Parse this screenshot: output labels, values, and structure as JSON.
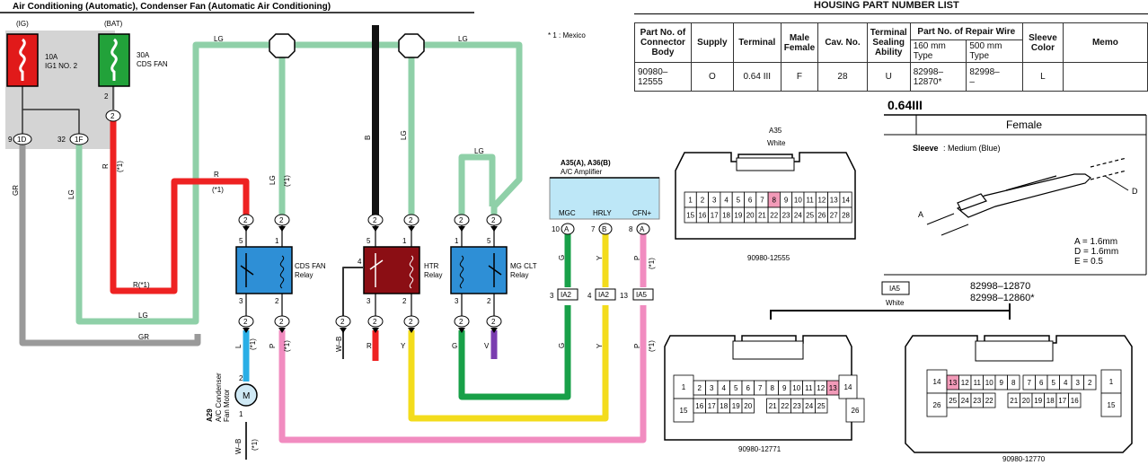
{
  "diagram": {
    "title": "Air Conditioning (Automatic), Condenser Fan (Automatic Air Conditioning)",
    "note": "* 1 : Mexico",
    "fuses": [
      {
        "supply": "(IG)",
        "rating": "10A",
        "name": "IG1 NO. 2"
      },
      {
        "supply": "(BAT)",
        "rating": "30A",
        "name": "CDS FAN"
      }
    ],
    "connectors": {
      "c1d_num": "9",
      "c1d": "1D",
      "c1f_num": "32",
      "c1f": "1F"
    },
    "wire_labels": {
      "lg": "LG",
      "gr": "GR",
      "r": "R",
      "r_star": "R(*1)",
      "star": "(*1)",
      "b": "B",
      "y": "Y",
      "g": "G",
      "v": "V",
      "l": "L",
      "p": "P",
      "w_b": "W–B"
    },
    "relays": [
      {
        "name": "CDS FAN",
        "sub": "Relay",
        "pins": [
          "5",
          "1",
          "3",
          "2"
        ]
      },
      {
        "name": "HTR",
        "sub": "Relay",
        "pins": [
          "1",
          "5",
          "4",
          "3",
          "2"
        ]
      },
      {
        "name": "MG CLT",
        "sub": "Relay",
        "pins": [
          "1",
          "5",
          "3",
          "2"
        ]
      }
    ],
    "junction_pin": "2",
    "amplifier": {
      "id": "A35(A), A36(B)",
      "name": "A/C Amplifier",
      "terminals": [
        {
          "label": "MGC",
          "num": "10",
          "conn": "A"
        },
        {
          "label": "HRLY",
          "num": "7",
          "conn": "B"
        },
        {
          "label": "CFN+",
          "num": "8",
          "conn": "A"
        }
      ]
    },
    "splices": [
      {
        "num": "3",
        "name": "IA2"
      },
      {
        "num": "4",
        "name": "IA2"
      },
      {
        "num": "13",
        "name": "IA5"
      }
    ],
    "motor": {
      "id": "A29",
      "name": "A/C Condenser",
      "sub": "Fan Motor",
      "pin_top": "2",
      "pin_bottom": "1",
      "symbol": "M"
    }
  },
  "housing": {
    "title": "HOUSING PART NUMBER LIST",
    "headers": {
      "part_no": "Part No. of Connector Body",
      "supply": "Supply",
      "terminal": "Terminal",
      "male_female": "Male Female",
      "cav_no": "Cav. No.",
      "sealing": "Terminal Sealing Ability",
      "repair_wire": "Part No. of Repair Wire",
      "mm160": "160 mm Type",
      "mm500": "500 mm Type",
      "sleeve": "Sleeve Color",
      "memo": "Memo"
    },
    "row": {
      "part_no": "90980–12555",
      "supply": "O",
      "terminal": "0.64 III",
      "male_female": "F",
      "cav_no": "28",
      "sealing": "U",
      "mm160": "82998–12870*",
      "mm500": "82998–\n–",
      "sleeve": "L",
      "memo": ""
    }
  },
  "terminal_info": {
    "size": "0.64III",
    "gender": "Female",
    "sleeve_label": "Sleeve",
    "sleeve_value": ": Medium (Blue)",
    "dims": [
      "A = 1.6mm",
      "D = 1.6mm",
      "E = 0.5"
    ],
    "dim_a": "A",
    "dim_d": "D"
  },
  "connector_a35": {
    "id": "A35",
    "color": "White",
    "part": "90980-12555",
    "highlight": 8,
    "rows": [
      [
        "1",
        "2",
        "3",
        "4",
        "5",
        "6",
        "7",
        "8",
        "9",
        "10",
        "11",
        "12",
        "13",
        "14"
      ],
      [
        "15",
        "16",
        "17",
        "18",
        "19",
        "20",
        "21",
        "22",
        "23",
        "24",
        "25",
        "26",
        "27",
        "28"
      ]
    ]
  },
  "connector_ia5": {
    "id": "IA5",
    "color": "White",
    "part_a": "82998–12870",
    "part_b": "82998–12860*"
  },
  "connector_12771": {
    "part": "90980-12771",
    "highlight": 13,
    "row1": [
      "1",
      "2",
      "3",
      "4",
      "5",
      "6",
      "7",
      "8",
      "9",
      "10",
      "11",
      "12",
      "13",
      "14"
    ],
    "row2": [
      "15",
      "16",
      "17",
      "18",
      "19",
      "20",
      "21",
      "22",
      "23",
      "24",
      "25",
      "26"
    ]
  },
  "connector_12770": {
    "part": "90980-12770",
    "highlight": 13,
    "row1": [
      "14",
      "13",
      "12",
      "11",
      "10",
      "9",
      "8",
      "7",
      "6",
      "5",
      "4",
      "3",
      "2",
      "1"
    ],
    "row2": [
      "26",
      "25",
      "24",
      "23",
      "22",
      "21",
      "20",
      "19",
      "18",
      "17",
      "16",
      "15"
    ]
  }
}
